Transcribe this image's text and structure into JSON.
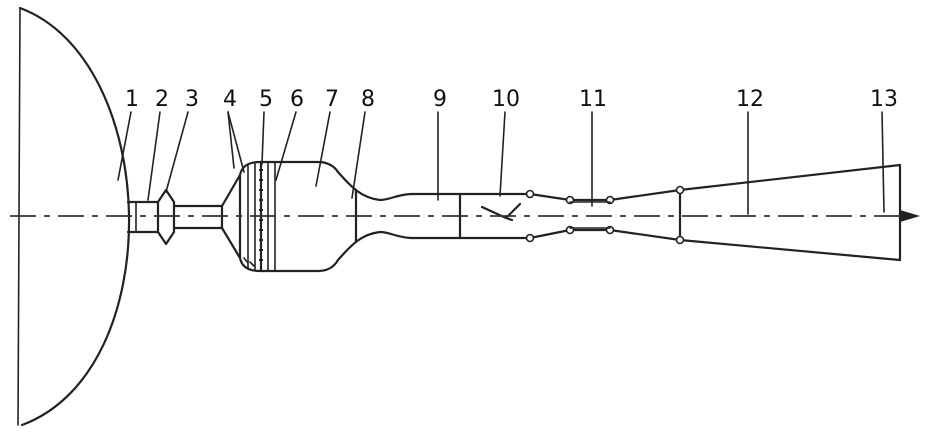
{
  "labels": [
    "1",
    "2",
    "3",
    "4",
    "5",
    "6",
    "7",
    "8",
    "9",
    "10",
    "11",
    "12",
    "13"
  ]
}
